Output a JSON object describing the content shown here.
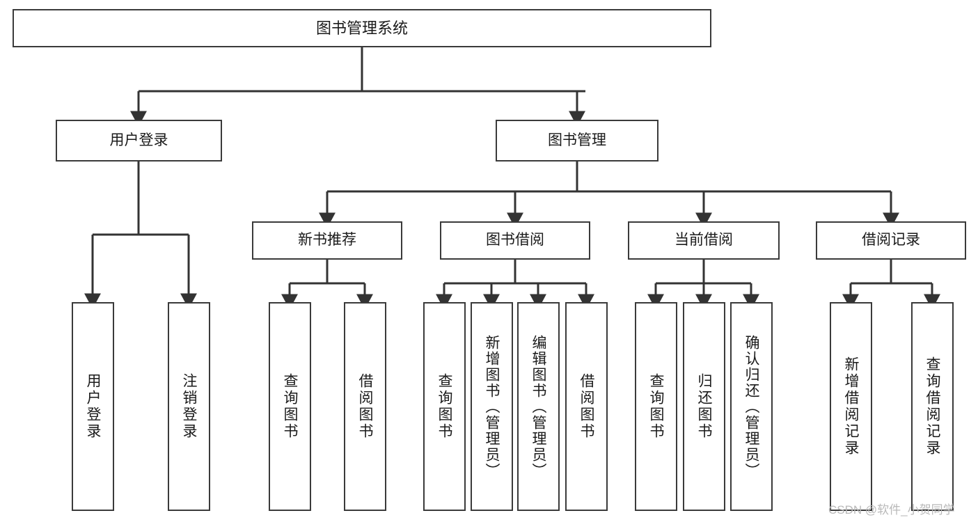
{
  "diagram": {
    "title": "图书管理系统",
    "watermark": "CSDN @软件_小贺同学",
    "colors": {
      "box_border": "#3a3a3a",
      "box_fill": "#ffffff",
      "edge": "#333333",
      "text": "#1a1a1a",
      "watermark": "#b9b9b9",
      "background": "#ffffff"
    },
    "root": {
      "label": "图书管理系统"
    },
    "level2": [
      {
        "label": "用户登录"
      },
      {
        "label": "图书管理"
      }
    ],
    "level3": [
      {
        "label": "新书推荐"
      },
      {
        "label": "图书借阅"
      },
      {
        "label": "当前借阅"
      },
      {
        "label": "借阅记录"
      }
    ],
    "leaves": {
      "user_login": [
        {
          "label": "用户登录"
        },
        {
          "label": "注销登录"
        }
      ],
      "new_book_recommend": [
        {
          "label": "查询图书"
        },
        {
          "label": "借阅图书"
        }
      ],
      "book_borrow": [
        {
          "label": "查询图书"
        },
        {
          "label": "新增图书（管理员）"
        },
        {
          "label": "编辑图书（管理员）"
        },
        {
          "label": "借阅图书"
        }
      ],
      "current_borrow": [
        {
          "label": "查询图书"
        },
        {
          "label": "归还图书"
        },
        {
          "label": "确认归还（管理员）"
        }
      ],
      "borrow_record": [
        {
          "label": "新增借阅记录"
        },
        {
          "label": "查询借阅记录"
        }
      ]
    }
  }
}
